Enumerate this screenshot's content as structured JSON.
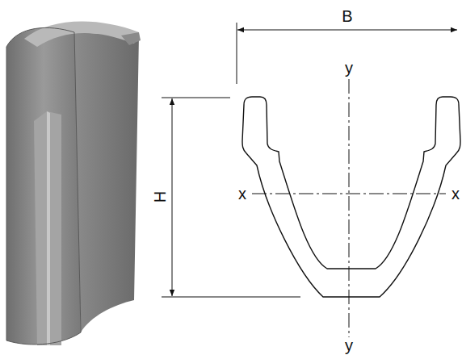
{
  "diagram": {
    "labels": [
      "B",
      "y",
      "H",
      "x",
      "x",
      "y"
    ]
  }
}
